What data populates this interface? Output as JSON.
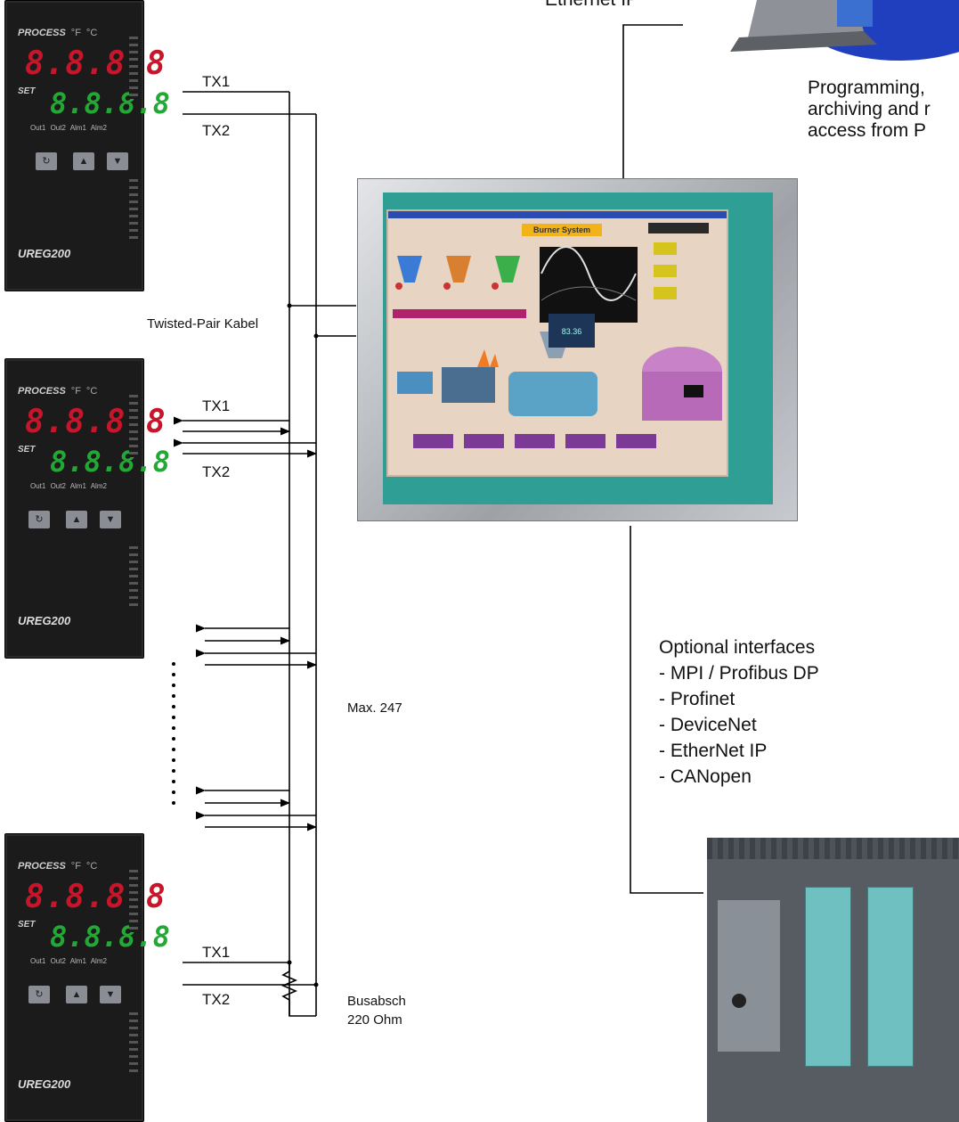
{
  "labels": {
    "ethernet": "Ethernet IP",
    "programming": [
      "Programming,",
      "archiving and r",
      "access from P"
    ],
    "tx1": "TX1",
    "tx2": "TX2",
    "twisted_pair": "Twisted-Pair Kabel",
    "max": "Max. 247",
    "bus_termination": "Busabsch",
    "ohm": "220 Ohm"
  },
  "optional_interfaces": {
    "title": "Optional interfaces",
    "items": [
      "- MPI / Profibus DP",
      "- Profinet",
      "- DeviceNet",
      "- EtherNet IP",
      "- CANopen"
    ]
  },
  "controller": {
    "process_label": "PROCESS",
    "unit_f": "°F",
    "unit_c": "°C",
    "display_top": "8.8.8.8",
    "set_label": "SET",
    "display_bottom": "8.8.8.8",
    "leds": "Out1 Out2 Alm1 Alm2",
    "model": "UREG200",
    "btn_return": "↻",
    "btn_up": "▲",
    "btn_down": "▼"
  },
  "hmi": {
    "screen_title": "Burner System"
  },
  "colors": {
    "line": "#000000",
    "display_red": "#c8152a",
    "display_green": "#23a836",
    "hmi_bezel": "#2f9f95",
    "plc_module": "#6fc0c0"
  }
}
